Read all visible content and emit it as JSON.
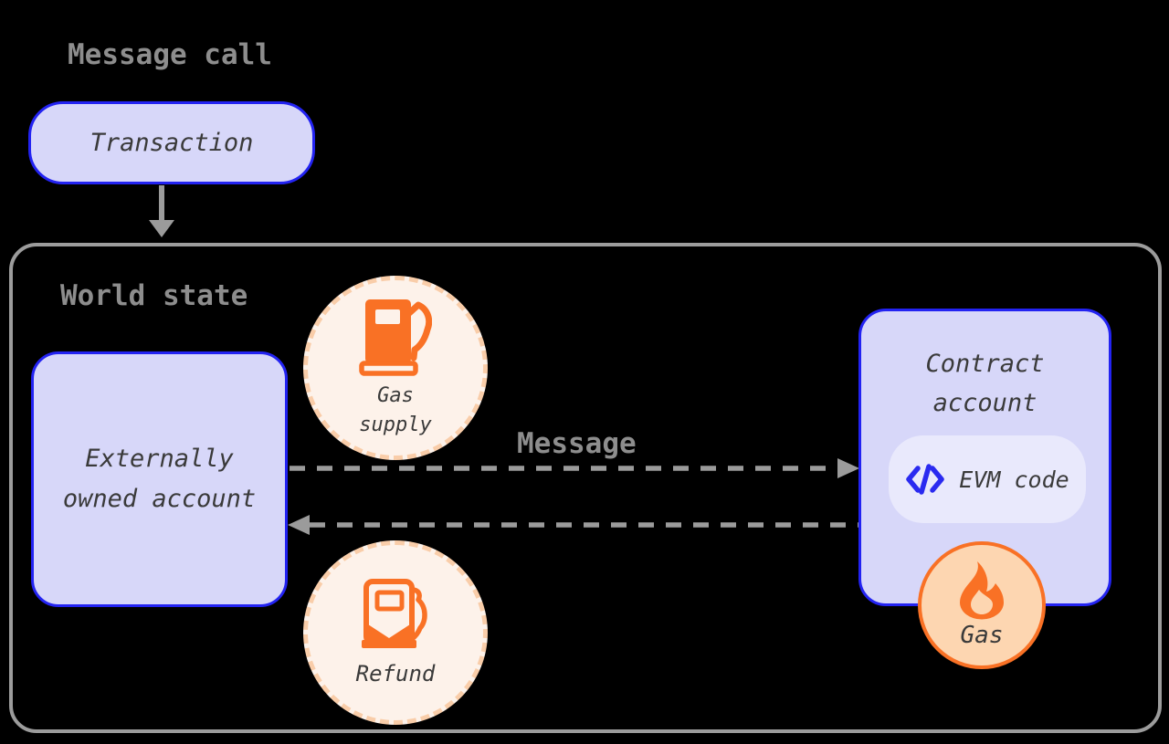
{
  "diagram": {
    "title": "Message call",
    "transaction": {
      "label": "Transaction"
    },
    "flow_arrow": {
      "icon": "arrow-down-icon",
      "color": "#9b9b9b"
    },
    "world_state": {
      "title": "World state",
      "eoa": {
        "line1": "Externally",
        "line2": "owned account"
      },
      "gas_supply": {
        "line1": "Gas",
        "line2": "supply",
        "icon": "gas-pump-icon"
      },
      "message_arrow": {
        "label": "Message",
        "icon": "dashed-arrow-right-icon"
      },
      "return_arrow": {
        "icon": "dashed-arrow-left-icon"
      },
      "refund": {
        "label": "Refund",
        "icon": "gas-pump-outline-icon"
      },
      "contract": {
        "line1": "Contract",
        "line2": "account",
        "evm": {
          "label": "EVM code",
          "icon": "code-icon"
        }
      },
      "gas_badge": {
        "label": "Gas",
        "icon": "flame-icon"
      }
    },
    "colors": {
      "background": "#000000",
      "node_fill": "#d7d7f9",
      "node_border_blue": "#2323f2",
      "pill_fill": "#e9e9fc",
      "icon_blue": "#2a2af0",
      "orange": "#f97125",
      "cream": "#fdf2ea",
      "peach_dash": "#f9cda9",
      "gas_fill": "#fdd6b1",
      "gray_line": "#9b9b9b",
      "gray_text": "#8d8d8d",
      "dark_text": "#3a3a3a"
    }
  }
}
